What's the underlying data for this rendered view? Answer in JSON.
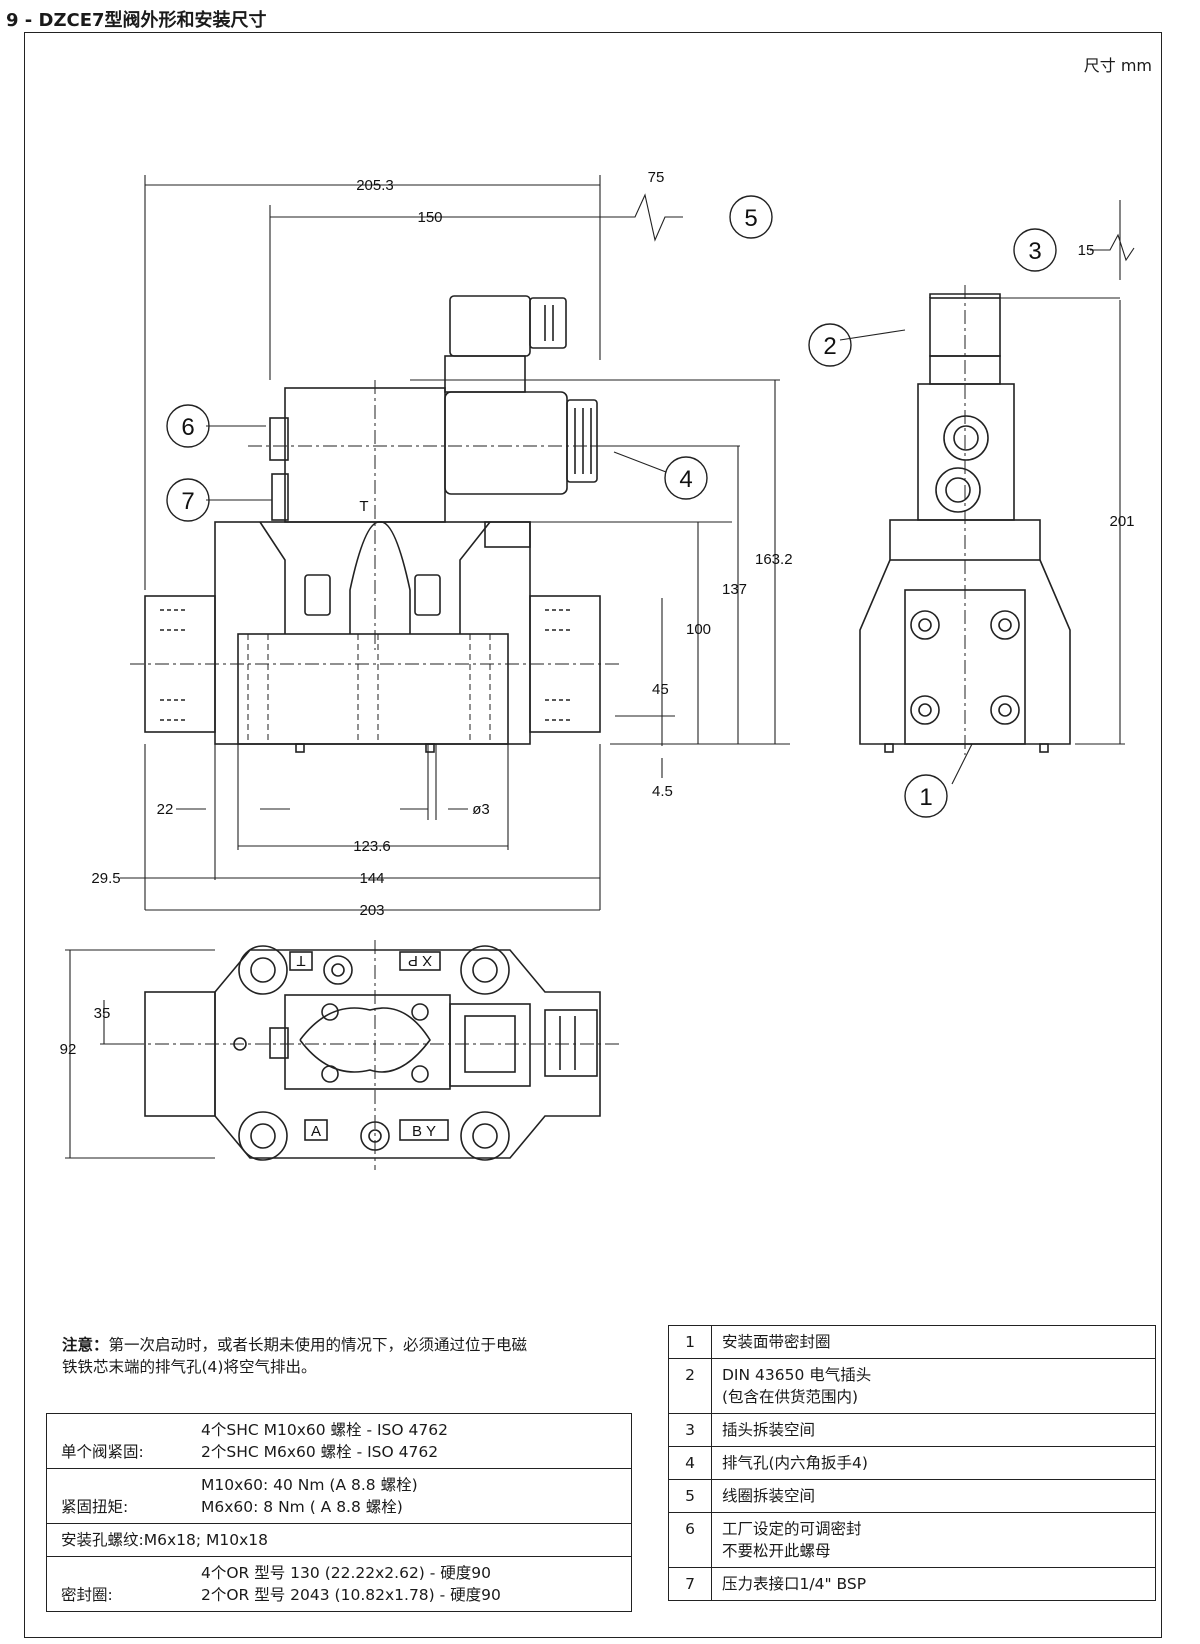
{
  "header": {
    "title": "9 - DZCE7型阀外形和安装尺寸",
    "units": "尺寸  mm"
  },
  "dimensions": {
    "d205": "205.3",
    "d150": "150",
    "d75": "75",
    "d163": "163.2",
    "d137": "137",
    "d100": "100",
    "d45": "45",
    "d4_5": "4.5",
    "d22": "22",
    "d_phi3": "ø3",
    "d123": "123.6",
    "d29": "29.5",
    "d144": "144",
    "d203": "203",
    "d15": "15",
    "d201": "201",
    "d35": "35",
    "d92": "92"
  },
  "callouts": {
    "c1": "1",
    "c2": "2",
    "c3": "3",
    "c4": "4",
    "c5": "5",
    "c6": "6",
    "c7": "7"
  },
  "ports": {
    "t": "T",
    "xp": "X P",
    "a": "A",
    "by": "B Y",
    "t_side": "T"
  },
  "note": {
    "label": "注意：",
    "line1": "第一次启动时，或者长期未使用的情况下，必须通过位于电磁",
    "line2": "铁铁芯末端的排气孔(4)将空气排出。"
  },
  "specs": [
    {
      "key": "单个阀紧固:",
      "values": [
        "4个SHC M10x60 螺栓 - ISO 4762",
        "2个SHC M6x60 螺栓 - ISO 4762"
      ]
    },
    {
      "key": "紧固扭矩:",
      "values": [
        "M10x60: 40 Nm (A 8.8 螺栓)",
        "M6x60: 8 Nm ( A 8.8 螺栓)"
      ]
    },
    {
      "key": "安装孔螺纹:",
      "values": [
        "M6x18; M10x18"
      ]
    },
    {
      "key": "密封圈:",
      "values": [
        "4个OR 型号 130 (22.22x2.62) - 硬度90",
        "2个OR 型号 2043 (10.82x1.78) - 硬度90"
      ]
    }
  ],
  "legend": [
    {
      "n": "1",
      "lines": [
        "安装面带密封圈"
      ]
    },
    {
      "n": "2",
      "lines": [
        "DIN 43650 电气插头",
        "(包含在供货范围内)"
      ]
    },
    {
      "n": "3",
      "lines": [
        "插头拆装空间"
      ]
    },
    {
      "n": "4",
      "lines": [
        "排气孔(内六角扳手4)"
      ]
    },
    {
      "n": "5",
      "lines": [
        "线圈拆装空间"
      ]
    },
    {
      "n": "6",
      "lines": [
        "工厂设定的可调密封",
        "不要松开此螺母"
      ]
    },
    {
      "n": "7",
      "lines": [
        "压力表接口1/4\" BSP"
      ]
    }
  ]
}
